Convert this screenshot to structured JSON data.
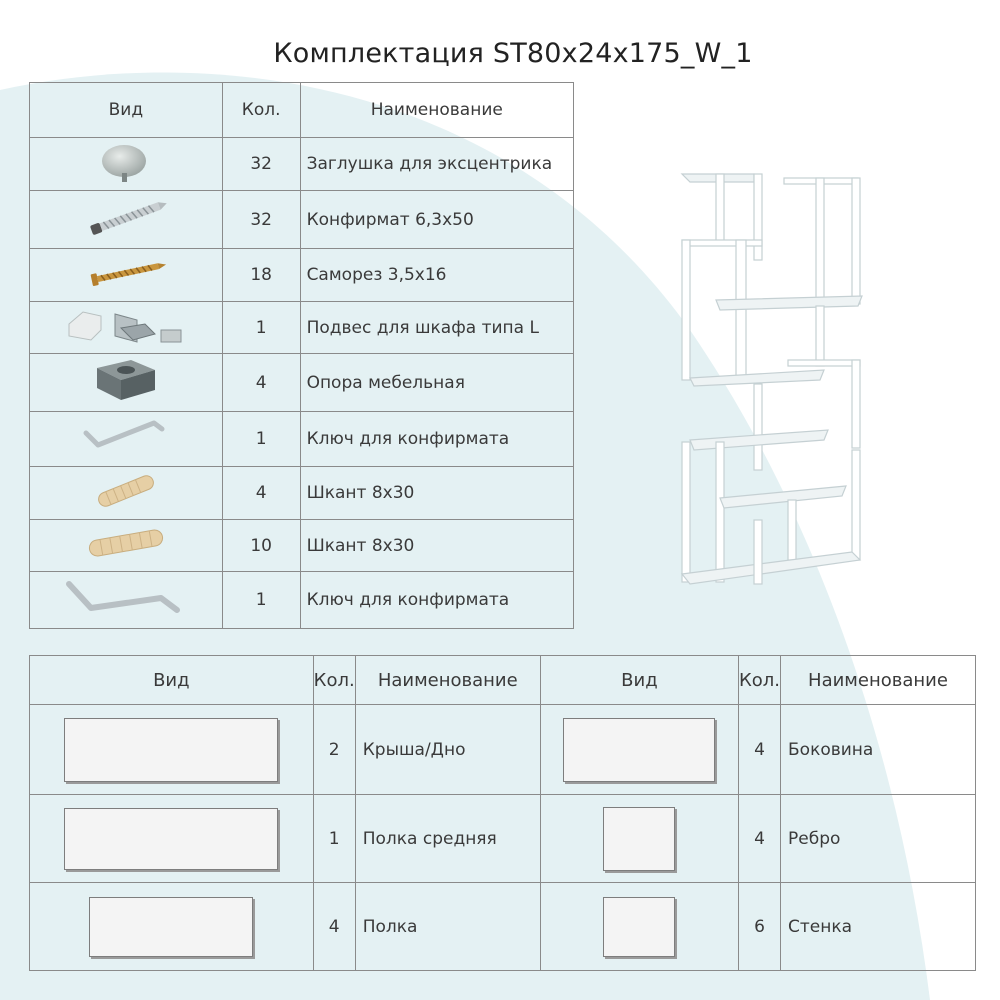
{
  "title": "Комплектация  ST80x24x175_W_1",
  "hardware_table": {
    "headers": [
      "Вид",
      "Кол.",
      "Наименование"
    ],
    "rows": [
      {
        "icon": "cap-plug-icon",
        "qty": "32",
        "name": "Заглушка для эксцентрика"
      },
      {
        "icon": "confirmat-screw-icon",
        "qty": "32",
        "name": "Конфирмат 6,3х50"
      },
      {
        "icon": "wood-screw-icon",
        "qty": "18",
        "name": "Саморез 3,5х16"
      },
      {
        "icon": "cabinet-hanger-icon",
        "qty": "1",
        "name": "Подвес для шкафа типа L"
      },
      {
        "icon": "furniture-foot-icon",
        "qty": "4",
        "name": "Опора мебельная"
      },
      {
        "icon": "hex-key-icon",
        "qty": "1",
        "name": "Ключ для конфирмата"
      },
      {
        "icon": "dowel-icon",
        "qty": "4",
        "name": "Шкант 8х30"
      },
      {
        "icon": "dowel-icon",
        "qty": "10",
        "name": "Шкант 8х30"
      },
      {
        "icon": "hex-key-icon",
        "qty": "1",
        "name": "Ключ для конфирмата"
      }
    ]
  },
  "panels_table": {
    "headers": [
      "Вид",
      "Кол.",
      "Наименование",
      "Вид",
      "Кол.",
      "Наименование"
    ],
    "rows": [
      {
        "left": {
          "panel": "wide-panel-icon",
          "qty": "2",
          "name": "Крыша/Дно"
        },
        "right": {
          "panel": "medium-panel-icon",
          "qty": "4",
          "name": "Боковина"
        }
      },
      {
        "left": {
          "panel": "wide-panel-icon",
          "qty": "1",
          "name": "Полка средняя"
        },
        "right": {
          "panel": "small-panel-icon",
          "qty": "4",
          "name": "Ребро"
        }
      },
      {
        "left": {
          "panel": "shelf-panel-icon",
          "qty": "4",
          "name": "Полка"
        },
        "right": {
          "panel": "small-panel-icon",
          "qty": "6",
          "name": "Стенка"
        }
      }
    ]
  },
  "colors": {
    "background_arc": "#e3f1f2",
    "border": "#8a8a8a",
    "shelf": "#ffffff",
    "shelf_edge": "#c9d3d6"
  }
}
